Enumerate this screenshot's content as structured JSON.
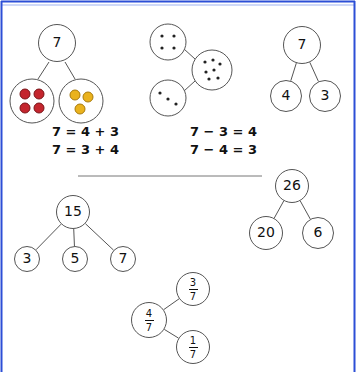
{
  "diagram": {
    "nodes": [
      {
        "text": [
          "7"
        ]
      },
      {
        "text": [
          "7"
        ]
      },
      {
        "text": [
          "4"
        ]
      },
      {
        "text": [
          "3"
        ]
      },
      {
        "text": [
          "15"
        ]
      },
      {
        "text": [
          "3"
        ]
      },
      {
        "text": [
          "5"
        ]
      },
      {
        "text": [
          "7"
        ]
      },
      {
        "text": [
          "26"
        ]
      },
      {
        "text": [
          "20"
        ]
      },
      {
        "text": [
          "6"
        ]
      },
      {
        "text": [
          "4",
          "7"
        ]
      },
      {
        "text": [
          "3",
          "7"
        ]
      },
      {
        "text": [
          "1",
          "7"
        ]
      }
    ],
    "edges": [
      {
        "from": 1,
        "to": 2,
        "arrow": "none"
      },
      {
        "from": 1,
        "to": 3,
        "arrow": "none"
      },
      {
        "from": 4,
        "to": 5,
        "arrow": "none"
      },
      {
        "from": 4,
        "to": 6,
        "arrow": "none"
      },
      {
        "from": 4,
        "to": 7,
        "arrow": "none"
      },
      {
        "from": 8,
        "to": 9,
        "arrow": "none"
      },
      {
        "from": 8,
        "to": 10,
        "arrow": "none"
      },
      {
        "from": 11,
        "to": 12,
        "arrow": "none"
      },
      {
        "from": 11,
        "to": 13,
        "arrow": "none"
      }
    ],
    "labels": [
      "7 = 4 + 3",
      "7 = 3 + 4",
      "7 − 3 = 4",
      "7 − 4 = 3"
    ]
  }
}
